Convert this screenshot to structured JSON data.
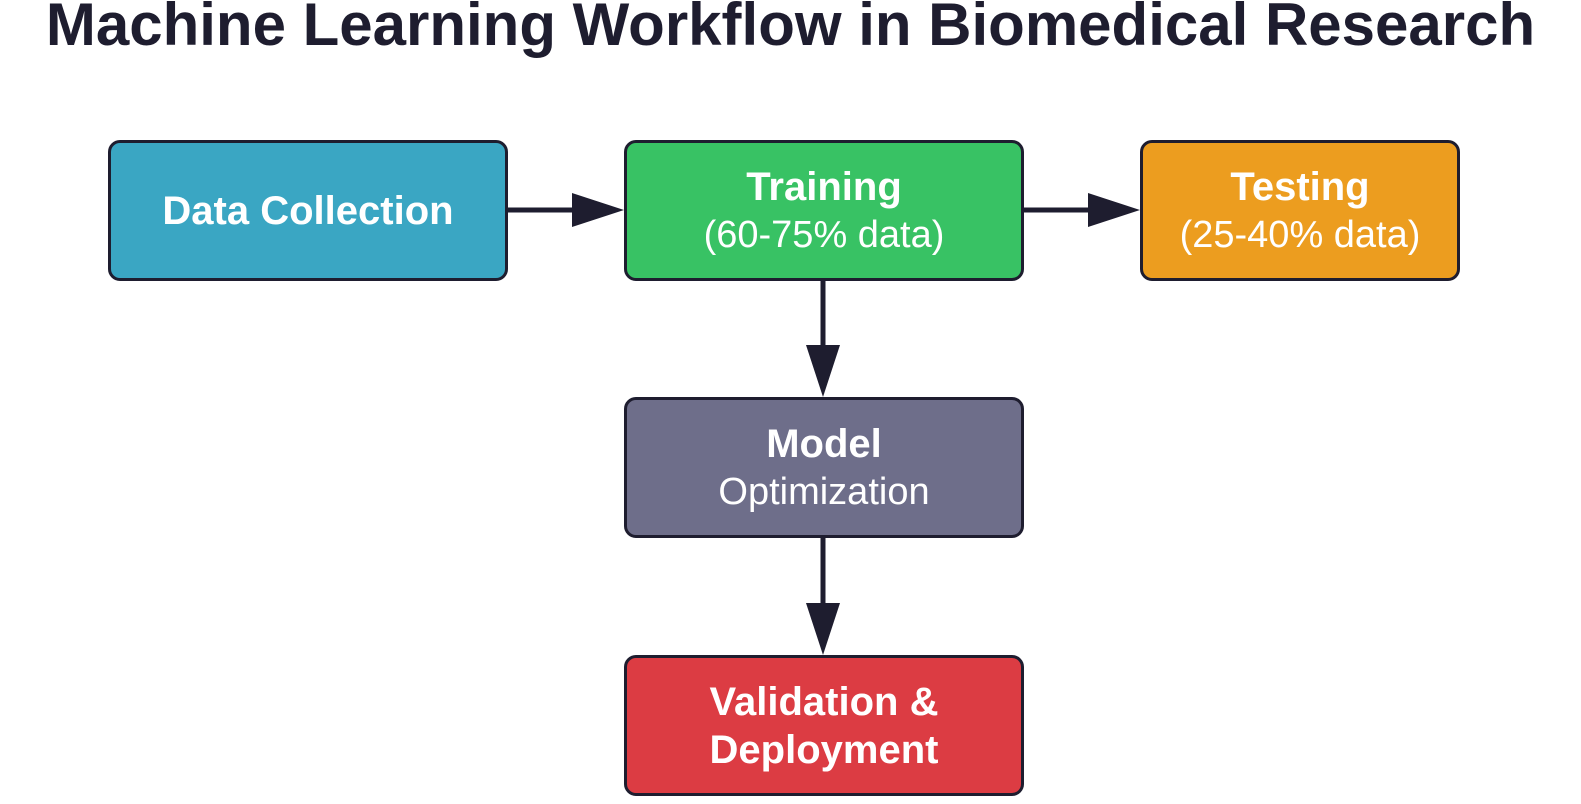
{
  "title": "Machine Learning Workflow in Biomedical Research",
  "colors": {
    "ink": "#1e1d2f",
    "data_collection": "#3aa6c3",
    "training": "#38c264",
    "testing": "#ec9d1f",
    "model_optimization": "#6e6e8a",
    "validation_deployment": "#dc3c43"
  },
  "nodes": {
    "data_collection": {
      "line1": "Data Collection"
    },
    "training": {
      "line1": "Training",
      "line2": "(60-75% data)"
    },
    "testing": {
      "line1": "Testing",
      "line2": "(25-40% data)"
    },
    "model_optimization": {
      "line1": "Model",
      "line2": "Optimization"
    },
    "validation_deployment": {
      "line1": "Validation &",
      "line2": "Deployment"
    }
  },
  "edges": [
    {
      "from": "data_collection",
      "to": "training"
    },
    {
      "from": "training",
      "to": "testing"
    },
    {
      "from": "training",
      "to": "model_optimization"
    },
    {
      "from": "model_optimization",
      "to": "validation_deployment"
    }
  ]
}
